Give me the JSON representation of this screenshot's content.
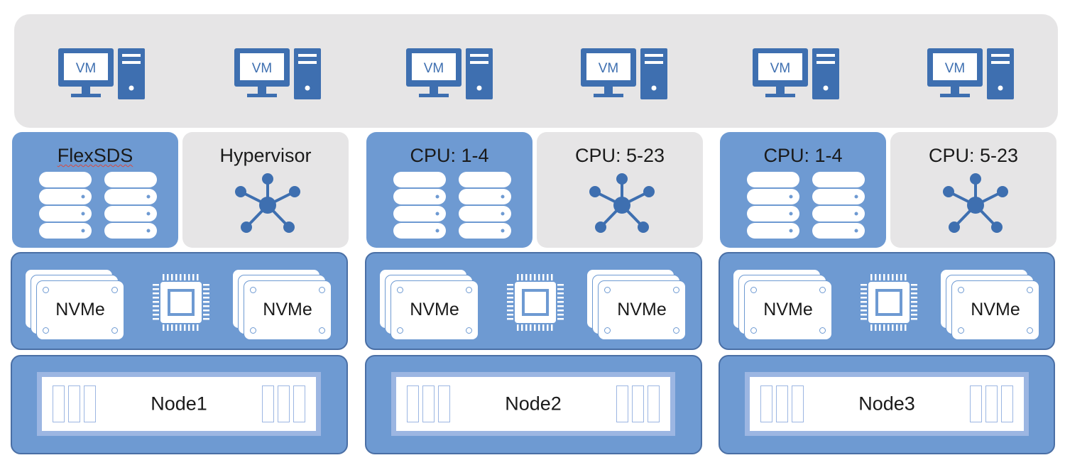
{
  "vms": [
    "VM",
    "VM",
    "VM",
    "VM",
    "VM",
    "VM"
  ],
  "nodes": [
    {
      "left_block": {
        "label": "FlexSDS"
      },
      "right_block": {
        "label": "Hypervisor"
      },
      "nvme_left": "NVMe",
      "nvme_right": "NVMe",
      "node_label": "Node1"
    },
    {
      "left_block": {
        "label": "CPU: 1-4"
      },
      "right_block": {
        "label": "CPU: 5-23"
      },
      "nvme_left": "NVMe",
      "nvme_right": "NVMe",
      "node_label": "Node2"
    },
    {
      "left_block": {
        "label": "CPU: 1-4"
      },
      "right_block": {
        "label": "CPU: 5-23"
      },
      "nvme_left": "NVMe",
      "nvme_right": "NVMe",
      "node_label": "Node3"
    }
  ],
  "colors": {
    "accent_blue": "#6e9ad2",
    "icon_blue": "#3e6fb0",
    "band_gray": "#e6e5e6",
    "node_frame": "#9cb6e2"
  }
}
